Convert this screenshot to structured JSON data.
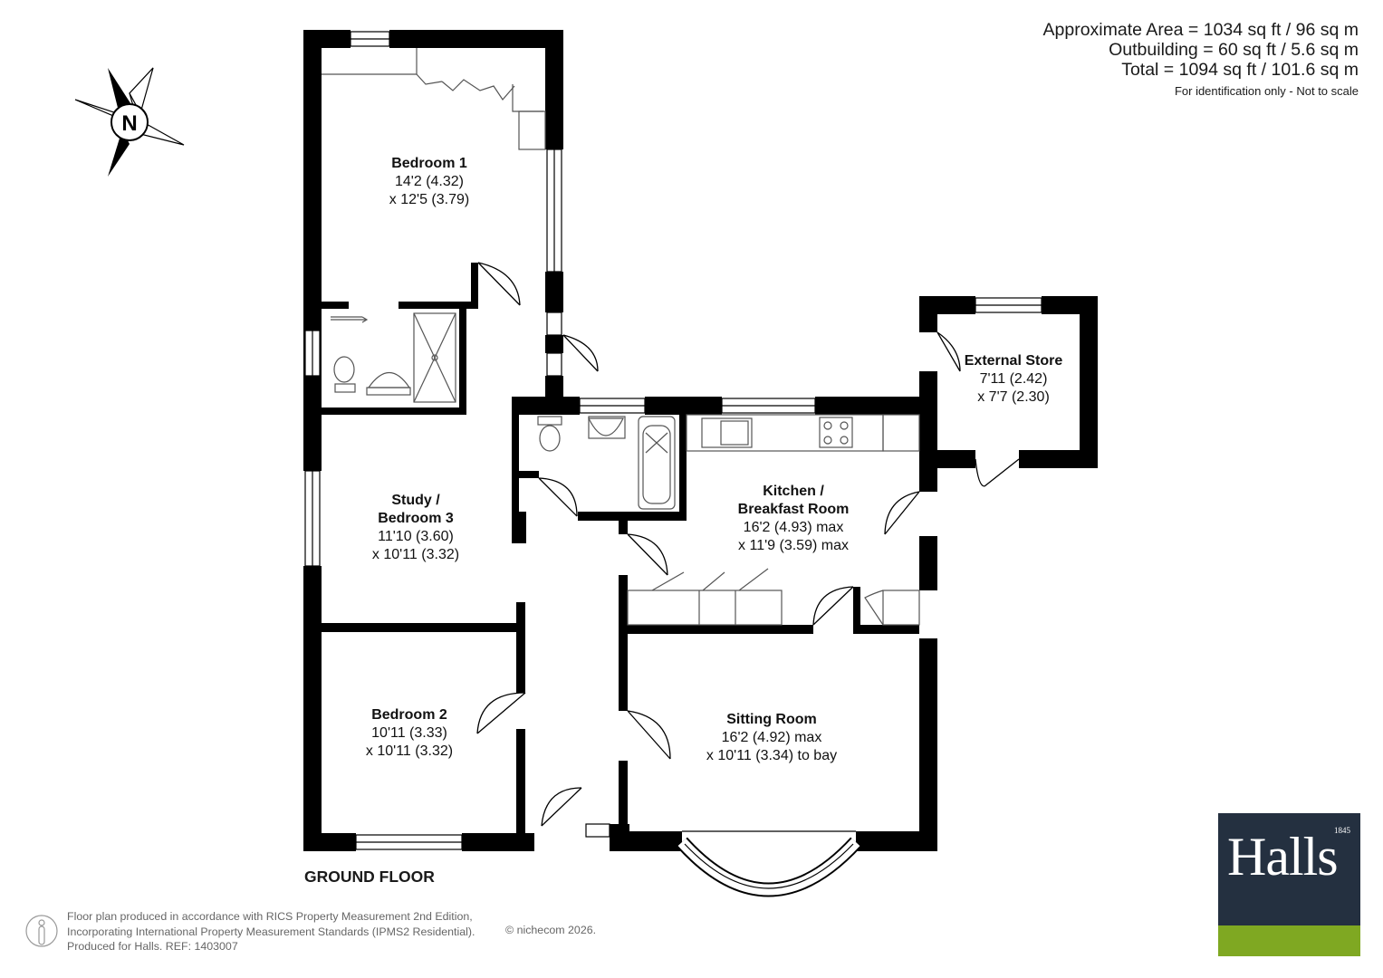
{
  "areas": {
    "approximate": "Approximate Area = 1034 sq ft / 96 sq m",
    "outbuilding": "Outbuilding = 60 sq ft / 5.6 sq m",
    "total": "Total = 1094 sq ft / 101.6 sq m",
    "note": "For identification only - Not to scale"
  },
  "rooms": {
    "bedroom1": {
      "name": "Bedroom 1",
      "dim1": "14'2 (4.32)",
      "dim2": "x 12'5 (3.79)"
    },
    "external_store": {
      "name": "External Store",
      "dim1": "7'11 (2.42)",
      "dim2": "x 7'7 (2.30)"
    },
    "study": {
      "name1": "Study /",
      "name2": "Bedroom 3",
      "dim1": "11'10 (3.60)",
      "dim2": "x 10'11 (3.32)"
    },
    "kitchen": {
      "name1": "Kitchen /",
      "name2": "Breakfast Room",
      "dim1": "16'2 (4.93) max",
      "dim2": "x 11'9 (3.59) max"
    },
    "bedroom2": {
      "name": "Bedroom 2",
      "dim1": "10'11 (3.33)",
      "dim2": "x 10'11 (3.32)"
    },
    "sitting": {
      "name": "Sitting Room",
      "dim1": "16'2 (4.92) max",
      "dim2": "x 10'11 (3.34) to bay"
    }
  },
  "floor_label": "GROUND FLOOR",
  "compass_letter": "N",
  "footer": {
    "line1": "Floor plan produced in accordance with RICS Property Measurement 2nd Edition,",
    "line2": "Incorporating International Property Measurement Standards (IPMS2 Residential).",
    "line3": "Produced for Halls.   REF: 1403007",
    "copyright": "© nichecom 2026."
  },
  "logo": {
    "word": "Halls",
    "year": "1845",
    "band_color": "#7fa822",
    "bg_color": "#243040"
  },
  "colors": {
    "wall": "#000000",
    "fixture": "#555555"
  }
}
